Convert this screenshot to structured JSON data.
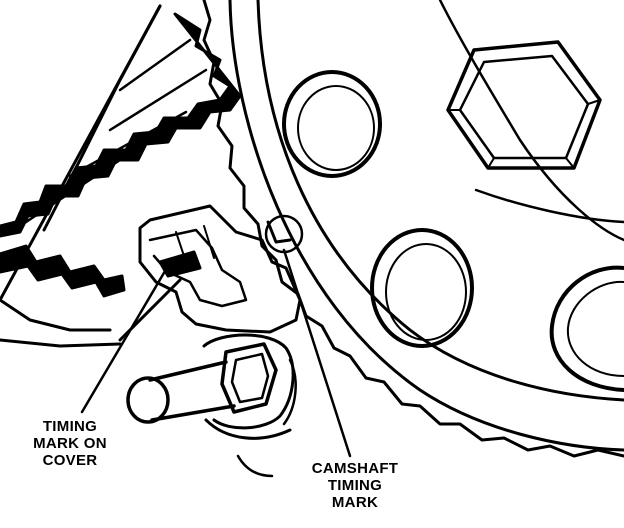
{
  "diagram": {
    "colors": {
      "ink": "#000000",
      "paper": "#ffffff"
    },
    "labels": {
      "cover_mark": [
        "TIMING",
        "MARK ON",
        "COVER"
      ],
      "camshaft_mark": [
        "CAMSHAFT",
        "TIMING",
        "MARK"
      ]
    }
  }
}
